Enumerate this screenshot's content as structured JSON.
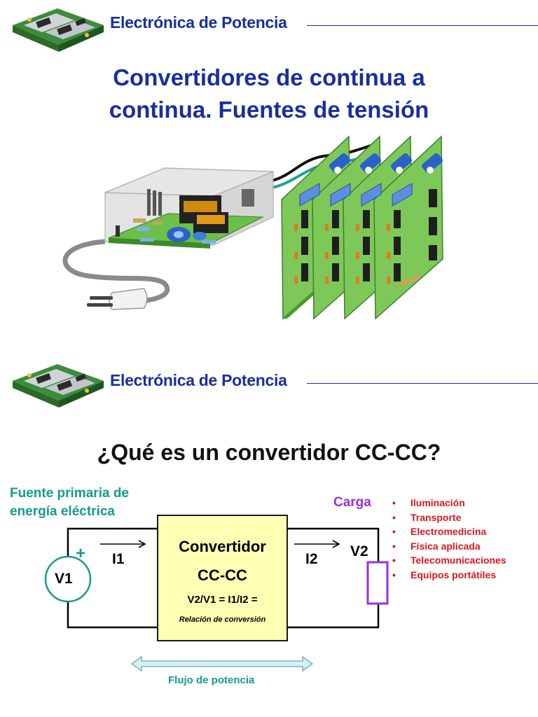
{
  "slide1": {
    "header": {
      "title": "Electrónica de Potencia"
    },
    "title": {
      "line1": "Convertidores de continua a",
      "line2": "continua. Fuentes de tensión"
    }
  },
  "slide2": {
    "header": {
      "title": "Electrónica de Potencia"
    },
    "question": "¿Qué es un convertidor CC-CC?",
    "source_label": {
      "line1": "Fuente primaria de",
      "line2": "energía eléctrica"
    },
    "load_label": "Carga",
    "applications": [
      "Iluminación",
      "Transporte",
      "Electromedicina",
      "Física aplicada",
      "Telecomunicaciones",
      "Equipos portátiles"
    ],
    "bullet": "•",
    "plus_sign": "+",
    "v1": "V1",
    "i1": "I1",
    "i2": "I2",
    "v2": "V2",
    "converter": {
      "line1": "Convertidor",
      "line2": "CC-CC",
      "equation": "V2/V1 = I1/I2 =",
      "ratio_label": "Relación de conversión"
    },
    "power_flow": "Flujo de potencia"
  },
  "colors": {
    "title_blue": "#1a2f9c",
    "teal": "#159a8c",
    "purple": "#9a2fe0",
    "red": "#e0141c",
    "converter_fill": "#ffffb4",
    "pcb_green": "#6cc04a"
  },
  "icons": [
    "power-module-logo",
    "power-supply-illustration",
    "pcb-rack-illustration",
    "plug-icon"
  ]
}
